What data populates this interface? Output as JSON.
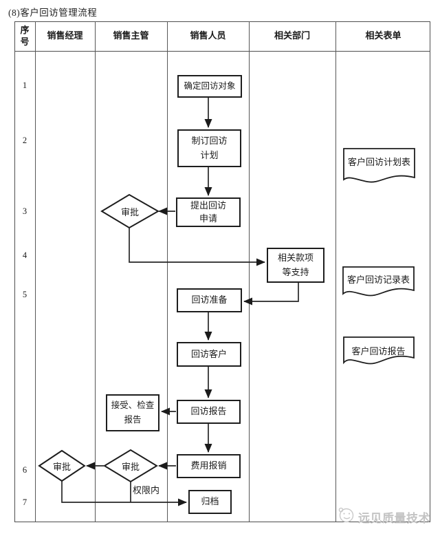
{
  "title": "(8)客户回访管理流程",
  "table": {
    "headers": [
      "序\n号",
      "销售经理",
      "销售主管",
      "销售人员",
      "相关部门",
      "相关表单"
    ],
    "row_numbers": [
      "1",
      "2",
      "3",
      "4",
      "5",
      "6",
      "7"
    ]
  },
  "nodes": {
    "determine_target": "确定回访对象",
    "make_plan": "制订回访\n计划",
    "submit_request": "提出回访\n申请",
    "approve_request": "审批",
    "dept_support": "相关款项\n等支持",
    "visit_prepare": "回访准备",
    "visit_customer": "回访客户",
    "visit_report": "回访报告",
    "check_report": "接受、检查\n报告",
    "expense_claim": "费用报销",
    "approve_supervisor": "审批",
    "approve_manager": "审批",
    "archive": "归档"
  },
  "edge_labels": {
    "within_authority": "权限内"
  },
  "forms": [
    "客户回访计划表",
    "客户回访记录表",
    "客户回访报告"
  ],
  "watermark": "远见质量技术",
  "colors": {
    "line": "#222222",
    "grid": "#4d4d4d",
    "watermark": "#c4c4c4"
  }
}
